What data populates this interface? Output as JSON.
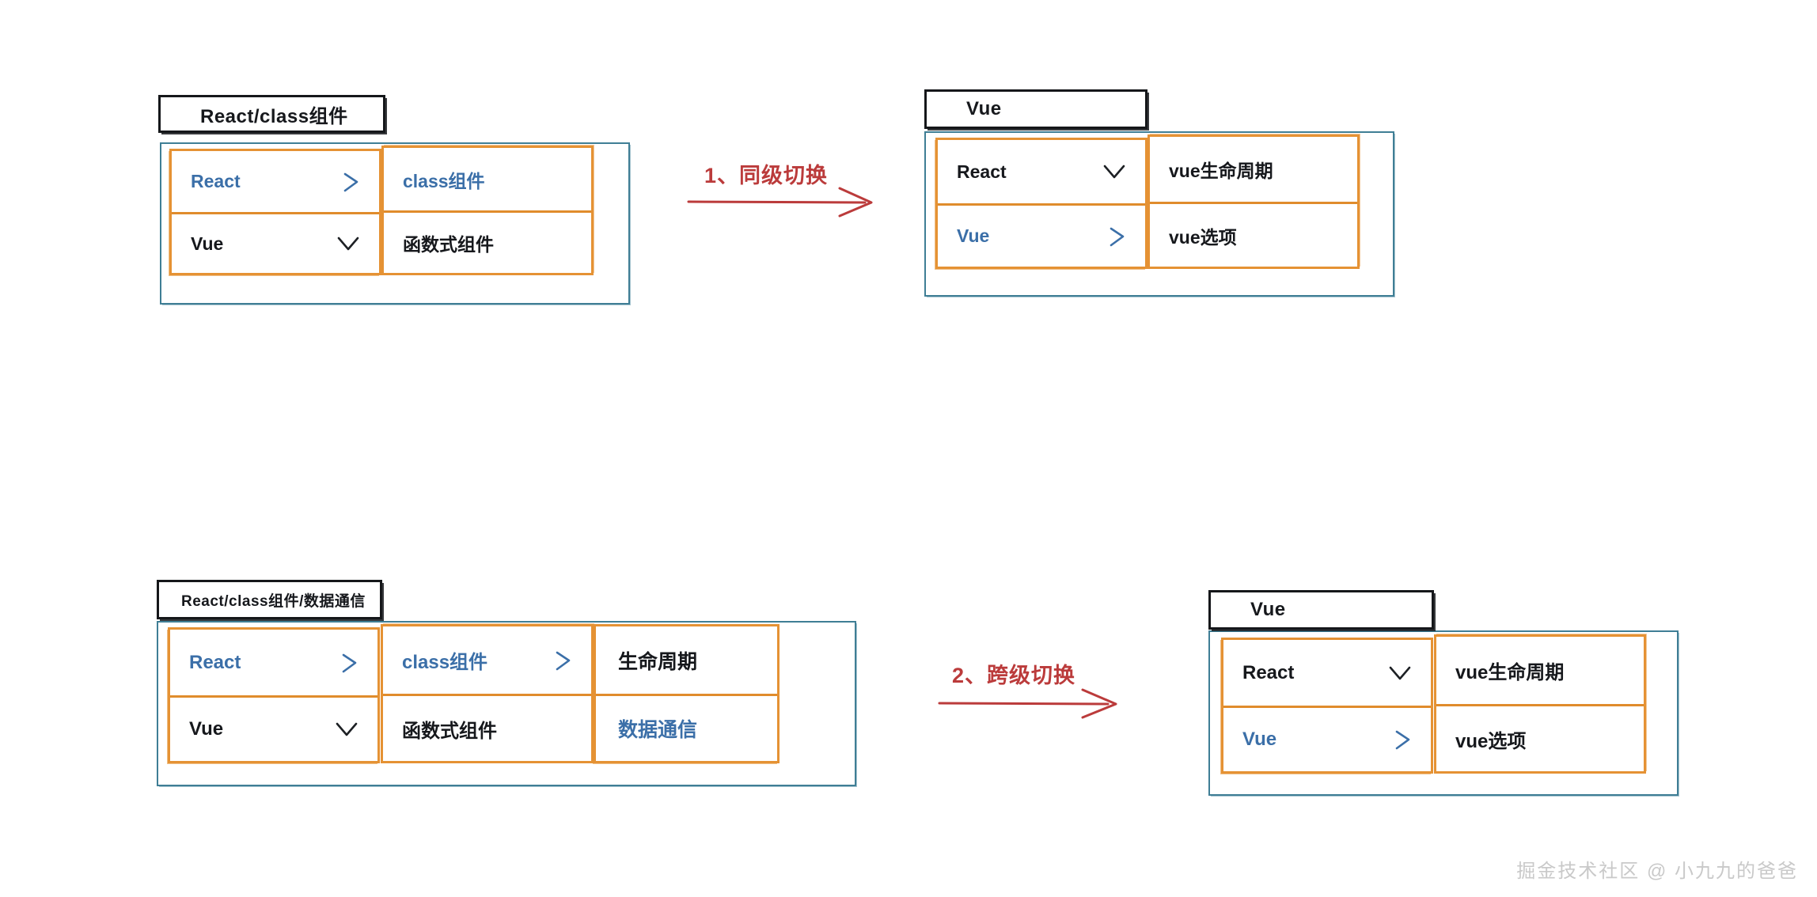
{
  "page": {
    "background_color": "#ffffff",
    "watermark": "掘金技术社区 @ 小九九的爸爸"
  },
  "palette": {
    "outer_border": "#3f7e95",
    "menu_border": "#e59234",
    "active_text": "#3b6fa8",
    "normal_text": "#16181c",
    "arrow_red": "#bb3b3b",
    "title_border": "#15171a"
  },
  "scenarios": [
    {
      "id": "same-level",
      "arrow": {
        "number": "1、",
        "label": "同级切换",
        "full_label": "1、同级切换",
        "color": "#bb3b3b"
      },
      "before": {
        "title": "React/class组件",
        "columns": [
          {
            "name": "level-1",
            "items": [
              {
                "label": "React",
                "active": true,
                "icon": "chevron-right-icon"
              },
              {
                "label": "Vue",
                "active": false,
                "icon": "chevron-down-icon"
              }
            ]
          },
          {
            "name": "level-2",
            "items": [
              {
                "label": "class组件",
                "active": true,
                "icon": "none"
              },
              {
                "label": "函数式组件",
                "active": false,
                "icon": "none"
              }
            ]
          }
        ]
      },
      "after": {
        "title": "Vue",
        "columns": [
          {
            "name": "level-1",
            "items": [
              {
                "label": "React",
                "active": false,
                "icon": "chevron-down-icon"
              },
              {
                "label": "Vue",
                "active": true,
                "icon": "chevron-right-icon"
              }
            ]
          },
          {
            "name": "level-2",
            "items": [
              {
                "label": "vue生命周期",
                "active": false,
                "icon": "none"
              },
              {
                "label": "vue选项",
                "active": false,
                "icon": "none"
              }
            ]
          }
        ]
      }
    },
    {
      "id": "cross-level",
      "arrow": {
        "number": "2、",
        "label": "跨级切换",
        "full_label": "2、跨级切换",
        "color": "#bb3b3b"
      },
      "before": {
        "title": "React/class组件/数据通信",
        "columns": [
          {
            "name": "level-1",
            "items": [
              {
                "label": "React",
                "active": true,
                "icon": "chevron-right-icon"
              },
              {
                "label": "Vue",
                "active": false,
                "icon": "chevron-down-icon"
              }
            ]
          },
          {
            "name": "level-2",
            "items": [
              {
                "label": "class组件",
                "active": true,
                "icon": "chevron-right-icon"
              },
              {
                "label": "函数式组件",
                "active": false,
                "icon": "none"
              }
            ]
          },
          {
            "name": "level-3",
            "items": [
              {
                "label": "生命周期",
                "active": false,
                "icon": "none"
              },
              {
                "label": "数据通信",
                "active": true,
                "icon": "none"
              }
            ]
          }
        ]
      },
      "after": {
        "title": "Vue",
        "columns": [
          {
            "name": "level-1",
            "items": [
              {
                "label": "React",
                "active": false,
                "icon": "chevron-down-icon"
              },
              {
                "label": "Vue",
                "active": true,
                "icon": "chevron-right-icon"
              }
            ]
          },
          {
            "name": "level-2",
            "items": [
              {
                "label": "vue生命周期",
                "active": false,
                "icon": "none"
              },
              {
                "label": "vue选项",
                "active": false,
                "icon": "none"
              }
            ]
          }
        ]
      }
    }
  ]
}
